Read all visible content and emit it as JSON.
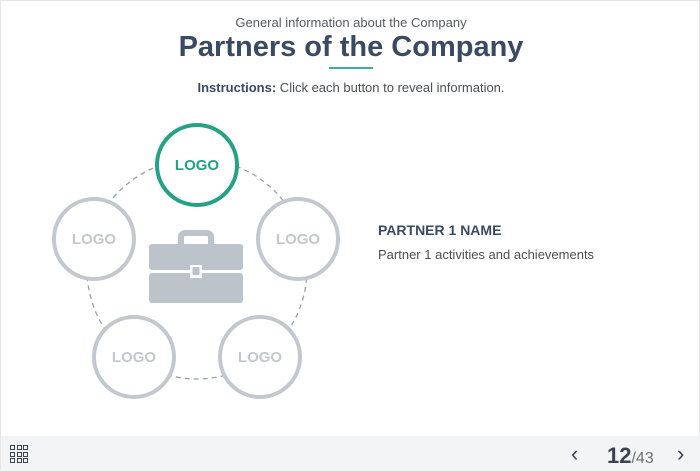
{
  "header": {
    "subtitle": "General information about the Company",
    "title": "Partners of the Company",
    "instructions_label": "Instructions:",
    "instructions_text": " Click each button to reveal information."
  },
  "partners": [
    {
      "label": "LOGO",
      "active": true
    },
    {
      "label": "LOGO"
    },
    {
      "label": "LOGO"
    },
    {
      "label": "LOGO"
    },
    {
      "label": "LOGO"
    }
  ],
  "detail": {
    "name": "PARTNER 1 NAME",
    "description": "Partner 1 activities and achievements"
  },
  "footer": {
    "current_page": "12",
    "total_pages": "/43",
    "prev": "‹",
    "next": "›"
  },
  "colors": {
    "accent": "#24a283",
    "inactive": "#c3c8cf",
    "title": "#3b4a63"
  }
}
